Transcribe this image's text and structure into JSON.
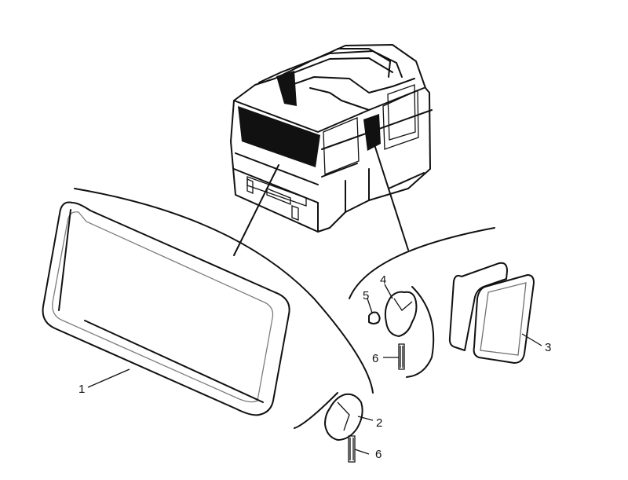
{
  "callouts": [
    {
      "id": "1",
      "text": "1"
    },
    {
      "id": "2",
      "text": "2"
    },
    {
      "id": "3",
      "text": "3"
    },
    {
      "id": "4",
      "text": "4"
    },
    {
      "id": "5",
      "text": "5"
    },
    {
      "id": "6a",
      "text": "6"
    },
    {
      "id": "6b",
      "text": "6"
    }
  ],
  "parts": [
    {
      "callout": "1",
      "name": "windscreen-glass"
    },
    {
      "callout": "2",
      "name": "windscreen-seal-profile"
    },
    {
      "callout": "3",
      "name": "side-window-glass"
    },
    {
      "callout": "4",
      "name": "side-window-seal-profile"
    },
    {
      "callout": "5",
      "name": "seal-clip"
    },
    {
      "callout": "6",
      "name": "filler-strip"
    }
  ]
}
